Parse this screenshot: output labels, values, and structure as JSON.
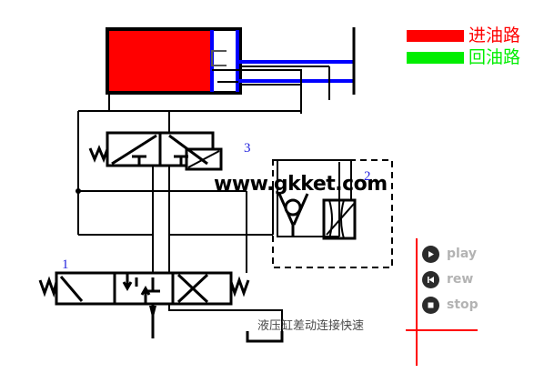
{
  "title": "液压缸差动连接快速",
  "caption": "液压缸差动连接快速",
  "watermark": "www.gkket.com",
  "colors": {
    "inlet": "#ff0000",
    "return": "#00ee00",
    "rod": "#0000ff",
    "line": "#000000",
    "tag": "#2222dd",
    "media_label": "#b3b3b3",
    "media_icon": "#2b2b2b",
    "accent_rule": "#ff0000"
  },
  "legend": {
    "items": [
      {
        "label": "进油路",
        "color": "#ff0000",
        "swatch": "inlet-swatch"
      },
      {
        "label": "回油路",
        "color": "#00ee00",
        "swatch": "return-swatch"
      }
    ]
  },
  "media_controls": {
    "items": [
      {
        "label": "play",
        "icon": "play-icon"
      },
      {
        "label": "rew",
        "icon": "rewind-icon"
      },
      {
        "label": "stop",
        "icon": "stop-icon"
      }
    ]
  },
  "component_tags": {
    "valve_main": "1",
    "valve_sequence": "2",
    "valve_directional": "3"
  },
  "components": {
    "cylinder": "hydraulic-cylinder",
    "valve_1": "3-position-4-way-directional-valve",
    "valve_2": "sequence-valve-with-check-valve",
    "valve_3": "2-position-directional-valve",
    "reservoir": "oil-tank"
  }
}
